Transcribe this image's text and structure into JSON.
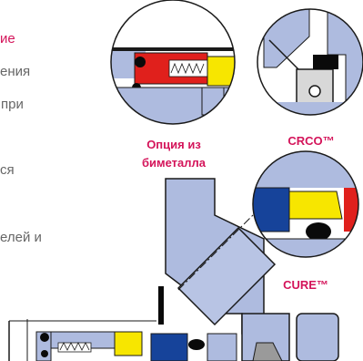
{
  "side_text": {
    "line1": "ие",
    "line2": "ения",
    "line3": "при",
    "line4": "ся",
    "line5": "елей и"
  },
  "labels": {
    "bimetal_line1": "Опция из",
    "bimetal_line2": "биметалла",
    "crco": "CRCO™",
    "cure": "CURE™"
  },
  "colors": {
    "face": "#aebbdf",
    "outline": "#1a1a1a",
    "red": "#e0201c",
    "yellow": "#f7e600",
    "blue": "#16439a",
    "black": "#0a0a0a",
    "gray": "#9a9a9a",
    "accent_text": "#d4145a"
  }
}
